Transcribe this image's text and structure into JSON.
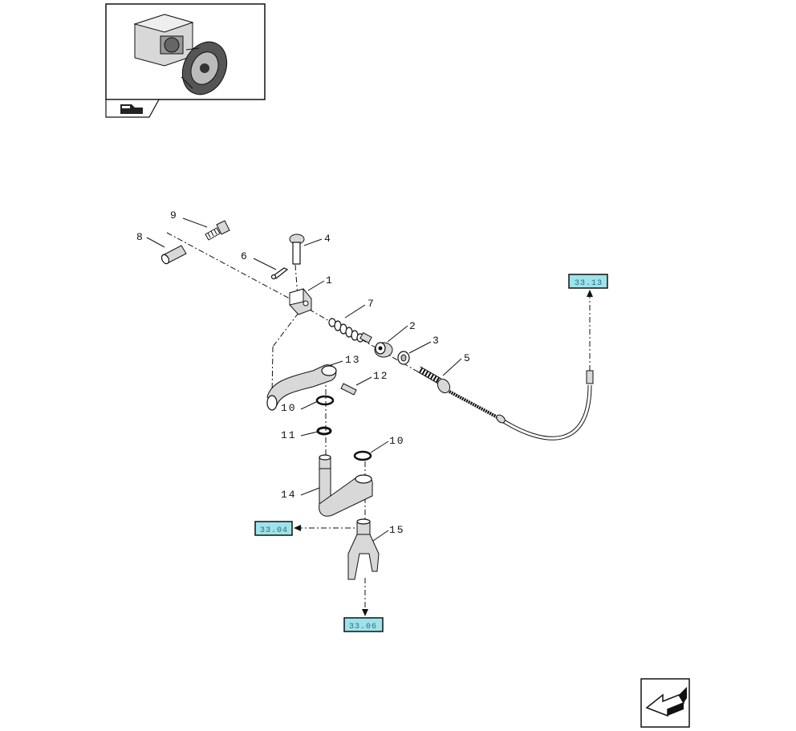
{
  "part_labels": [
    "1",
    "2",
    "3",
    "4",
    "5",
    "6",
    "7",
    "8",
    "9",
    "10",
    "10",
    "11",
    "12",
    "13",
    "14",
    "15"
  ],
  "references": {
    "top_right": "33.13",
    "left": "33.04",
    "bottom": "33.06"
  },
  "colors": {
    "reference_fill": "#9fe3ea",
    "ink": "#111111"
  },
  "icons": {
    "thumbnail_tab": "pointing-hand-icon",
    "next_page": "next-page-arrow-icon"
  }
}
